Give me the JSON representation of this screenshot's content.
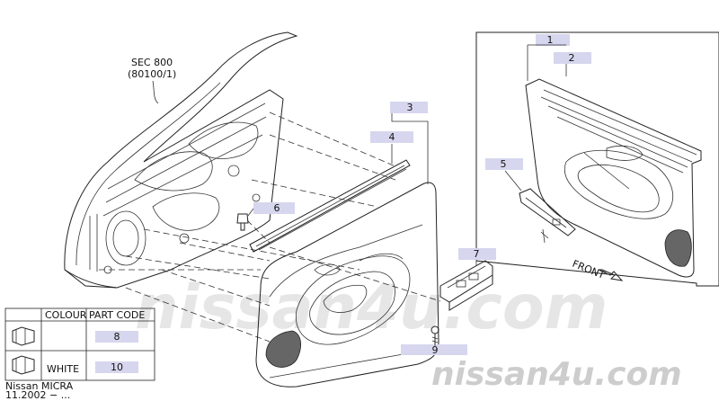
{
  "section_ref": {
    "line1": "SEC 800",
    "line2": "(80100/1)"
  },
  "callouts": [
    {
      "id": "c1",
      "label": "1"
    },
    {
      "id": "c2",
      "label": "2"
    },
    {
      "id": "c3",
      "label": "3"
    },
    {
      "id": "c4",
      "label": "4"
    },
    {
      "id": "c5",
      "label": "5"
    },
    {
      "id": "c6",
      "label": "6"
    },
    {
      "id": "c7",
      "label": "7"
    },
    {
      "id": "c9",
      "label": "9"
    }
  ],
  "front_label": "FRONT",
  "table": {
    "headers": [
      "COLOUR",
      "PART CODE"
    ],
    "rows": [
      {
        "colour": "",
        "code": "8"
      },
      {
        "colour": "WHITE",
        "code": "10"
      }
    ]
  },
  "footer": {
    "model": "Nissan MICRA",
    "date": "11.2002 − ..."
  },
  "watermark": {
    "center": "nissan4u.com",
    "bottom": "nissan4u.com"
  }
}
